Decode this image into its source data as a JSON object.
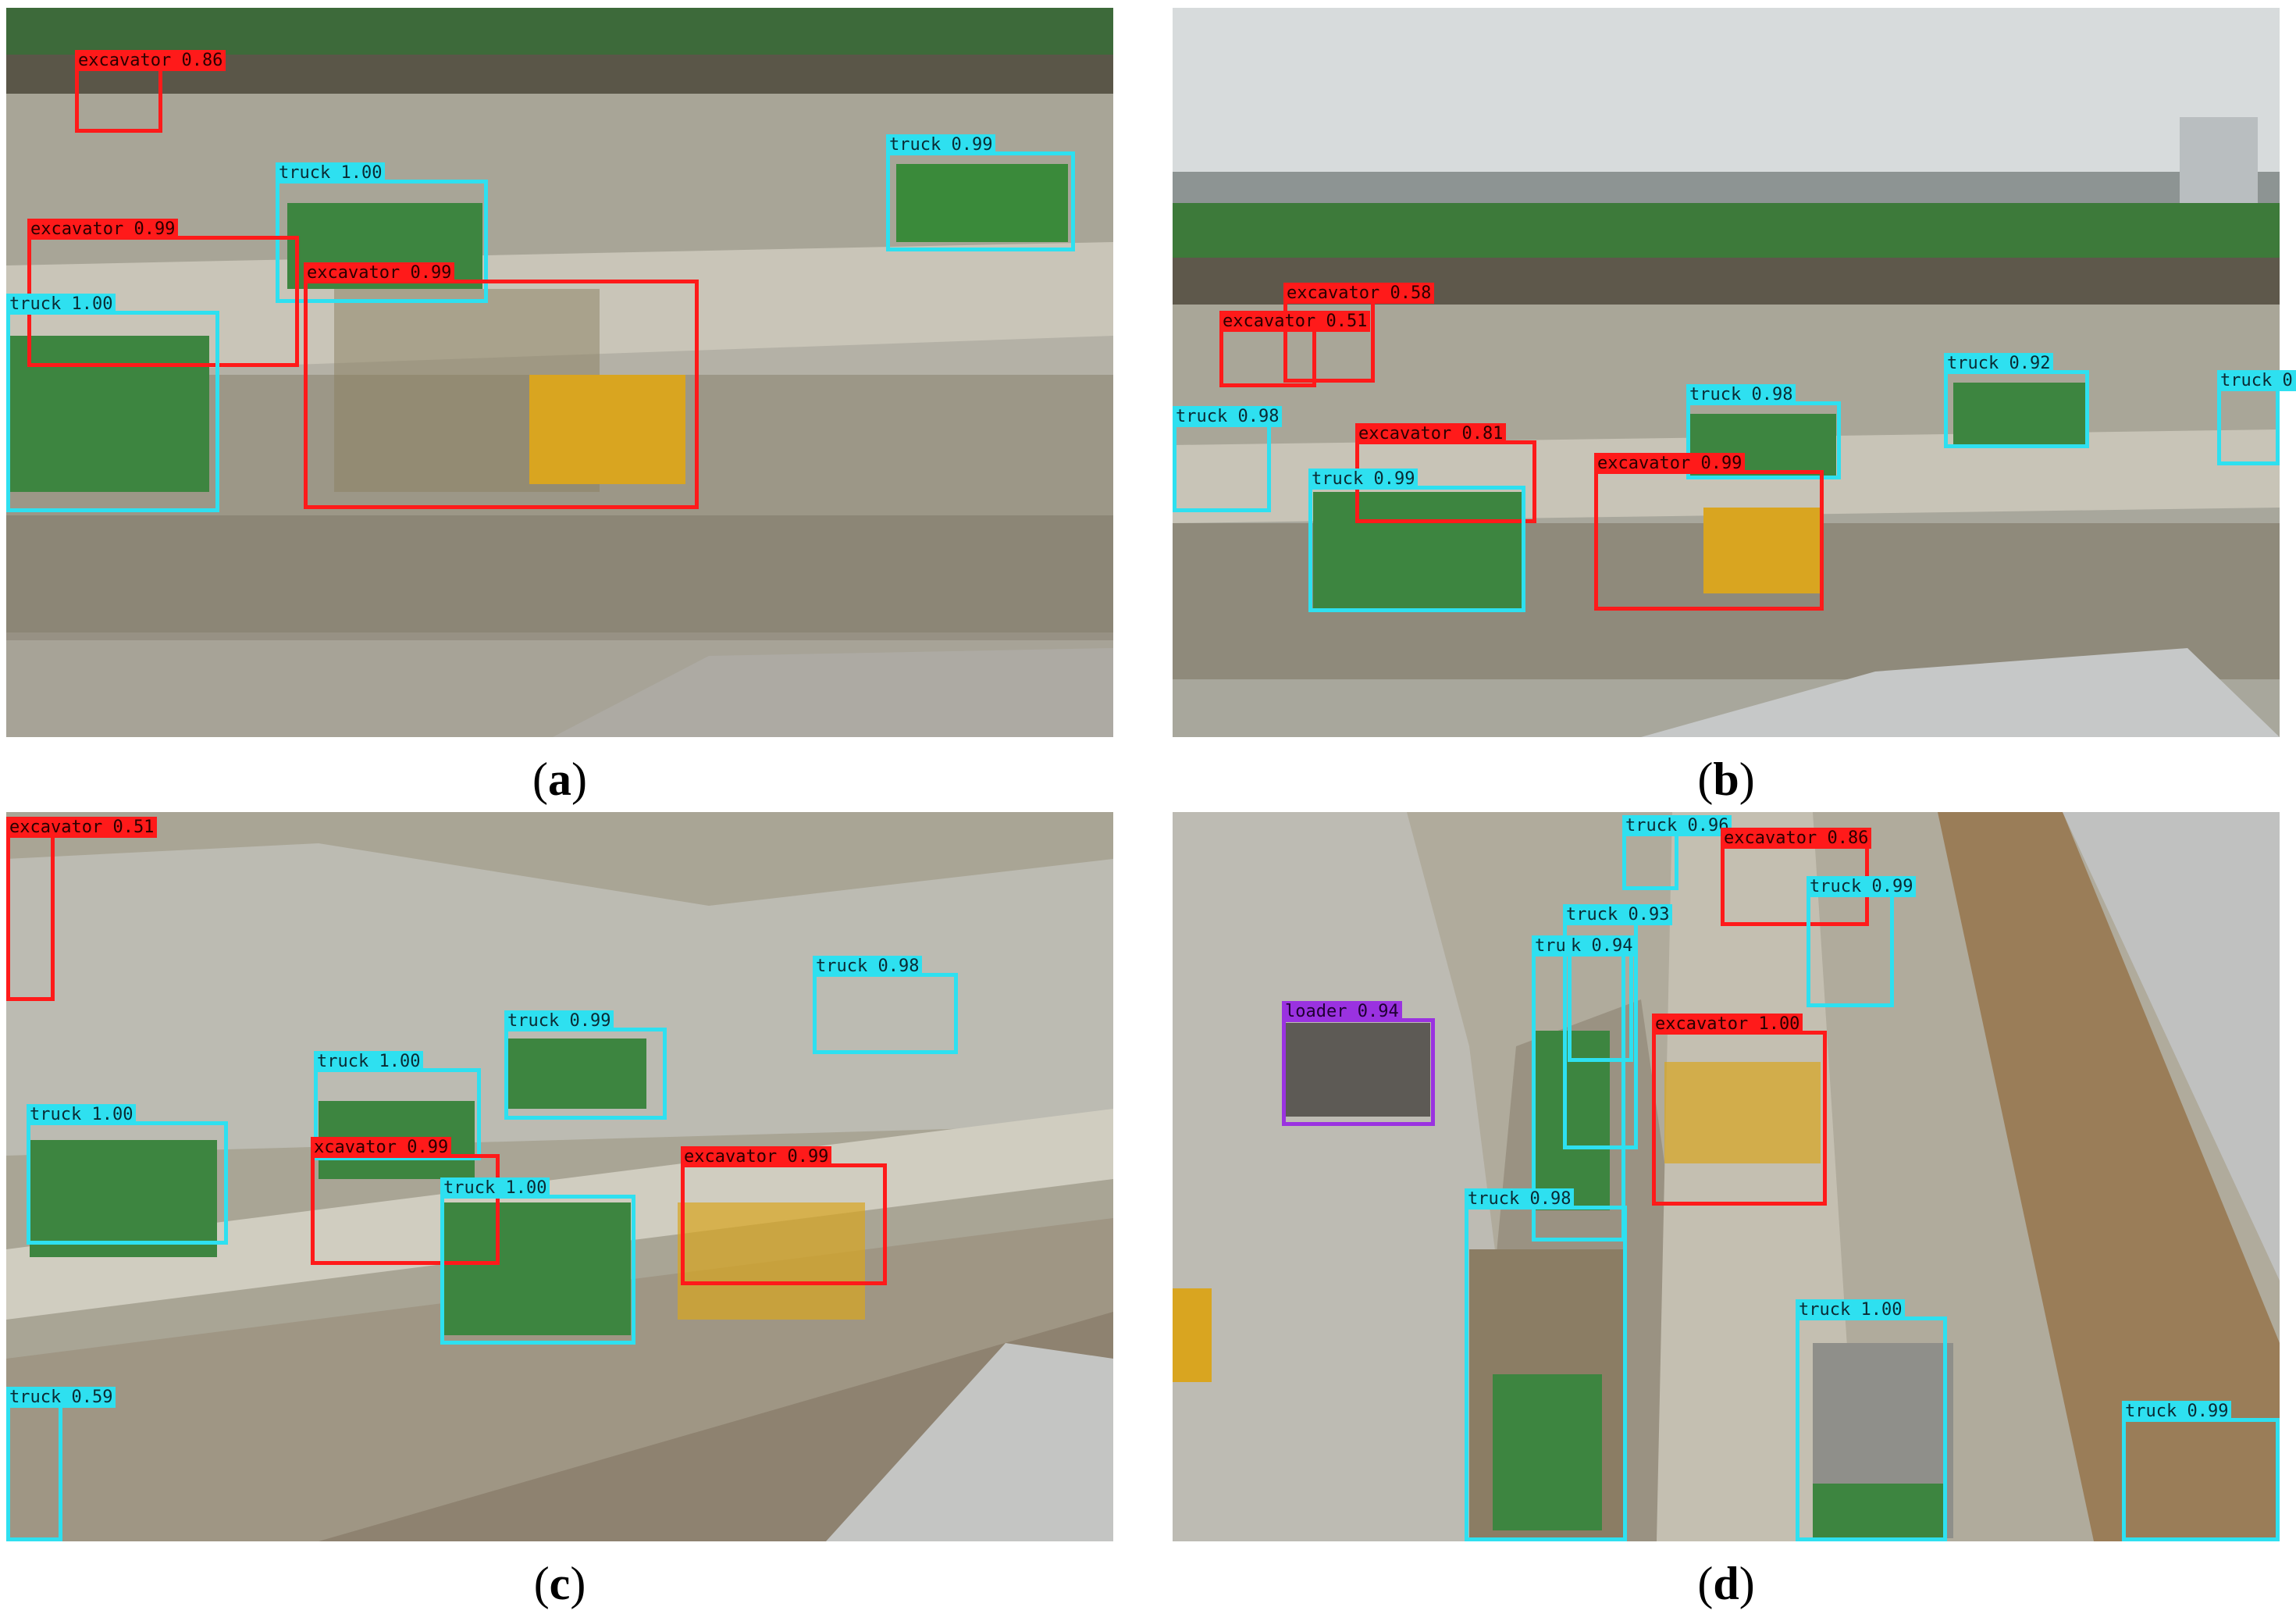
{
  "panels": [
    {
      "id": "a",
      "caption": "a",
      "detections": [
        {
          "cls": "excavator",
          "label": "excavator 0.86"
        },
        {
          "cls": "truck",
          "label": "truck 0.99"
        },
        {
          "cls": "truck",
          "label": "truck 1.00"
        },
        {
          "cls": "excavator",
          "label": "excavator 0.99"
        },
        {
          "cls": "excavator",
          "label": "excavator 0.99"
        },
        {
          "cls": "truck",
          "label": "truck 1.00"
        }
      ]
    },
    {
      "id": "b",
      "caption": "b",
      "detections": [
        {
          "cls": "excavator",
          "label": "excavator 0.58"
        },
        {
          "cls": "excavator",
          "label": "excavator 0.51"
        },
        {
          "cls": "truck",
          "label": "truck 0.92"
        },
        {
          "cls": "truck",
          "label": "truck 0"
        },
        {
          "cls": "truck",
          "label": "truck 0.98"
        },
        {
          "cls": "truck",
          "label": "truck 0.98"
        },
        {
          "cls": "excavator",
          "label": "excavator 0.81"
        },
        {
          "cls": "truck",
          "label": "truck 0.99"
        },
        {
          "cls": "excavator",
          "label": "excavator 0.99"
        }
      ]
    },
    {
      "id": "c",
      "caption": "c",
      "detections": [
        {
          "cls": "excavator",
          "label": "excavator 0.51"
        },
        {
          "cls": "truck",
          "label": "truck 0.98"
        },
        {
          "cls": "truck",
          "label": "truck 0.99"
        },
        {
          "cls": "truck",
          "label": "truck 1.00"
        },
        {
          "cls": "truck",
          "label": "truck 1.00"
        },
        {
          "cls": "excavator",
          "label": "xcavator 0.99"
        },
        {
          "cls": "truck",
          "label": "truck 1.00"
        },
        {
          "cls": "excavator",
          "label": "excavator 0.99"
        },
        {
          "cls": "truck",
          "label": "truck 0.59"
        }
      ]
    },
    {
      "id": "d",
      "caption": "d",
      "detections": [
        {
          "cls": "truck",
          "label": "truck 0.96"
        },
        {
          "cls": "excavator",
          "label": "excavator 0.86"
        },
        {
          "cls": "truck",
          "label": "truck 0.99"
        },
        {
          "cls": "truck",
          "label": "truck 0.93"
        },
        {
          "cls": "truck",
          "label": "tru"
        },
        {
          "cls": "truck",
          "label": "k 0.94"
        },
        {
          "cls": "loader",
          "label": "loader 0.94"
        },
        {
          "cls": "excavator",
          "label": "excavator 1.00"
        },
        {
          "cls": "truck",
          "label": "truck 0.98"
        },
        {
          "cls": "truck",
          "label": "truck 1.00"
        },
        {
          "cls": "truck",
          "label": "truck 0.99"
        }
      ]
    }
  ]
}
